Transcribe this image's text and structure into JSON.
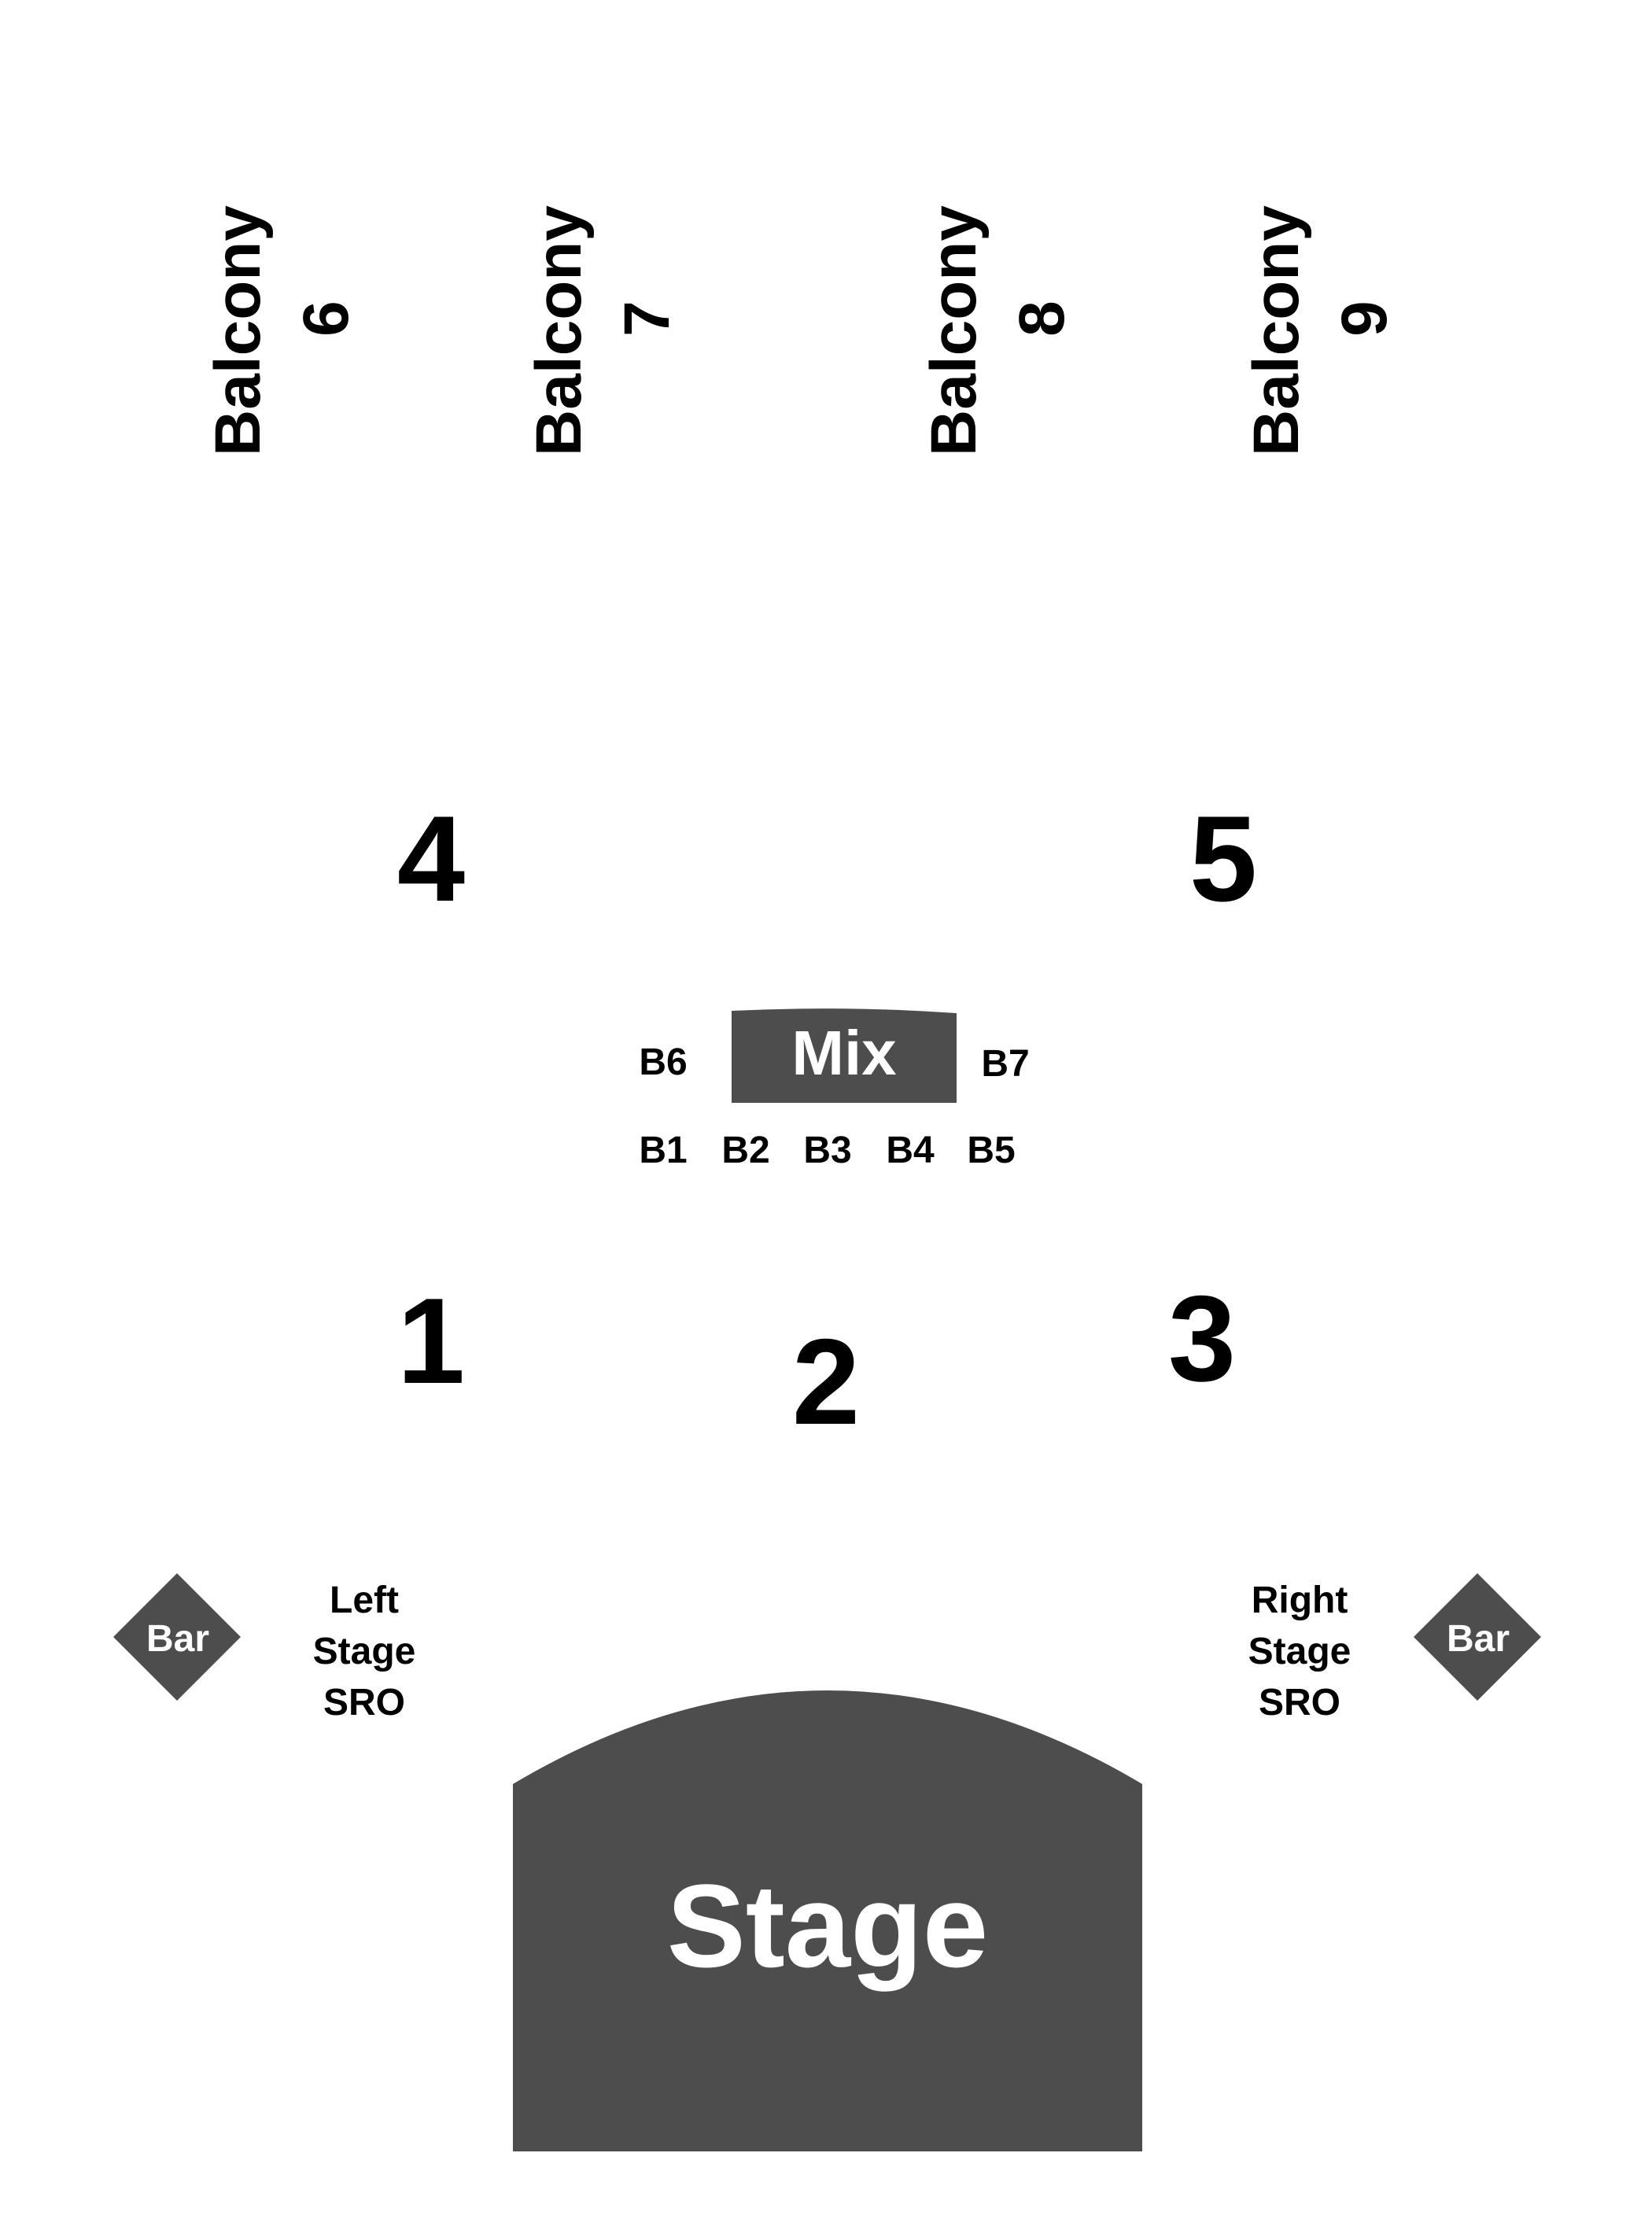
{
  "colors": {
    "background": "#ffffff",
    "text": "#000000",
    "block_fill": "#4d4d4d",
    "block_text": "#ffffff"
  },
  "balconies": [
    {
      "line1": "Balcony",
      "line2": "6"
    },
    {
      "line1": "Balcony",
      "line2": "7"
    },
    {
      "line1": "Balcony",
      "line2": "8"
    },
    {
      "line1": "Balcony",
      "line2": "9"
    }
  ],
  "sections": {
    "s1": "1",
    "s2": "2",
    "s3": "3",
    "s4": "4",
    "s5": "5"
  },
  "mix": {
    "label": "Mix"
  },
  "boxes": {
    "b1": "B1",
    "b2": "B2",
    "b3": "B3",
    "b4": "B4",
    "b5": "B5",
    "b6": "B6",
    "b7": "B7"
  },
  "bars": {
    "left": "Bar",
    "right": "Bar"
  },
  "sro_left": {
    "line1": "Left",
    "line2": "Stage",
    "line3": "SRO"
  },
  "sro_right": {
    "line1": "Right",
    "line2": "Stage",
    "line3": "SRO"
  },
  "stage": {
    "label": "Stage"
  }
}
